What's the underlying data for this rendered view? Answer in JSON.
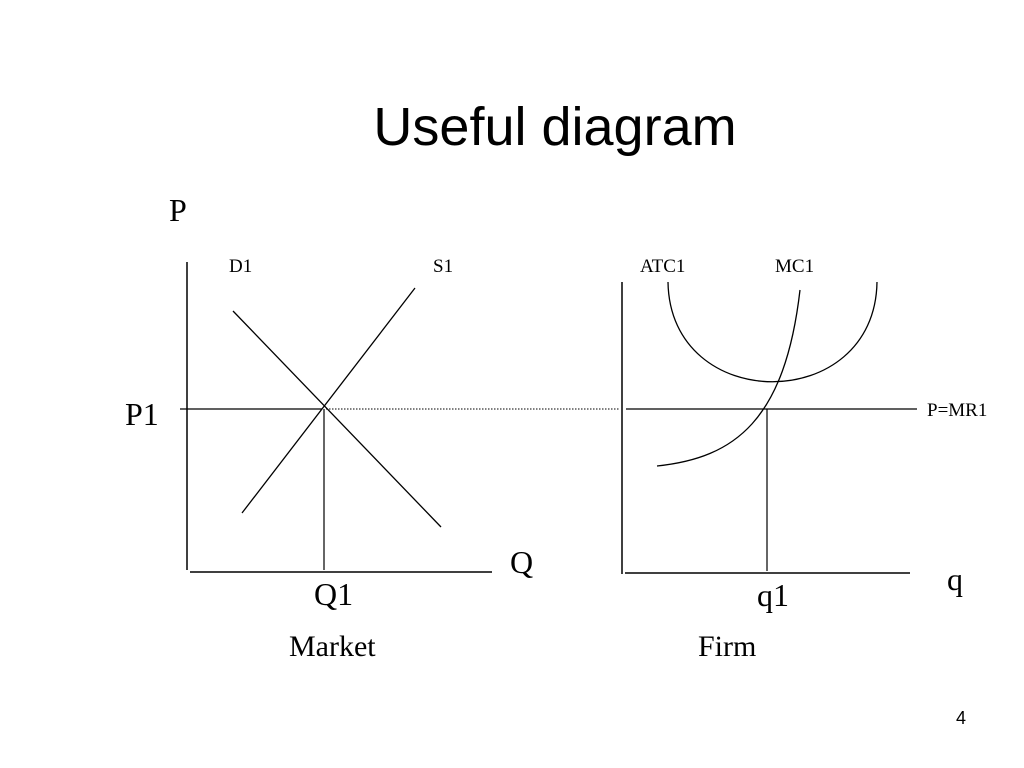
{
  "slide": {
    "title": "Useful diagram",
    "page_number": "4"
  },
  "market": {
    "y_axis_label": "P",
    "x_axis_label": "Q",
    "demand_label": "D1",
    "supply_label": "S1",
    "price_label": "P1",
    "quantity_label": "Q1",
    "caption": "Market"
  },
  "firm": {
    "x_axis_label": "q",
    "atc_label": "ATC1",
    "mc_label": "MC1",
    "price_line_label": "P=MR1",
    "quantity_label": "q1",
    "caption": "Firm"
  }
}
